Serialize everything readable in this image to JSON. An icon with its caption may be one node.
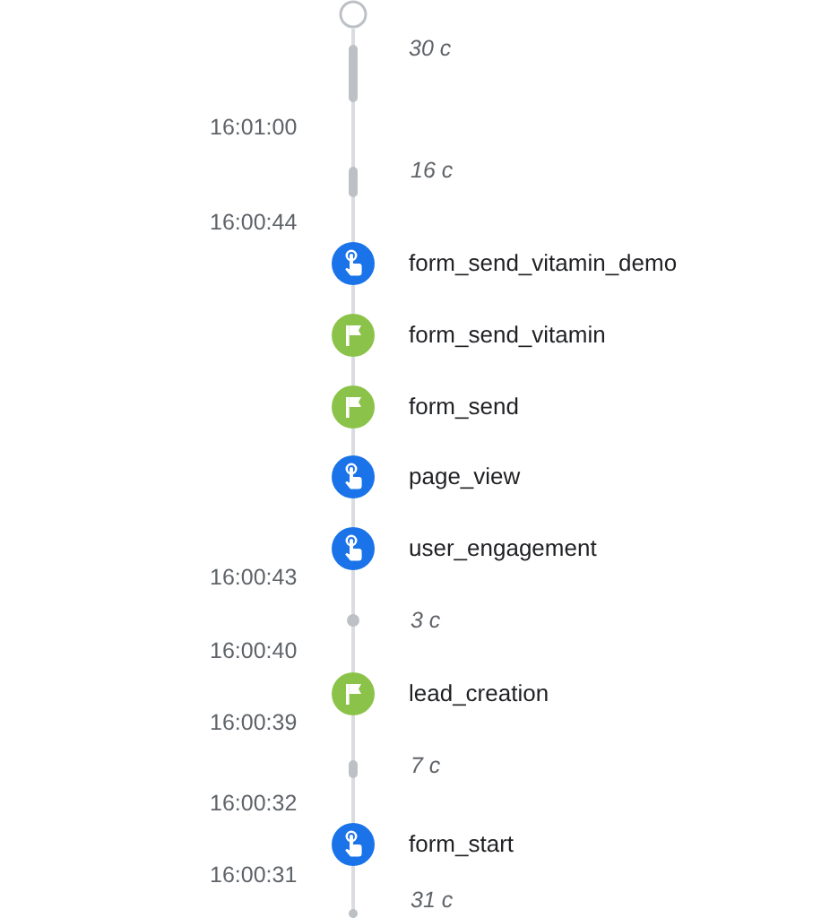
{
  "diagram": {
    "nodes": [
      {
        "text": [],
        "shape": "circle"
      },
      {
        "text": [
          "form_send_vitamin_demo"
        ]
      },
      {
        "text": [
          "form_send_vitamin"
        ]
      },
      {
        "text": [
          "form_send"
        ]
      },
      {
        "text": [
          "page_view"
        ]
      },
      {
        "text": [
          "user_engagement"
        ]
      },
      {
        "text": [
          "lead_creation"
        ]
      },
      {
        "text": [
          "form_start"
        ]
      }
    ],
    "edges": [
      {
        "from": 0,
        "to": 1,
        "arrow": "none"
      },
      {
        "from": 1,
        "to": 2,
        "arrow": "none"
      },
      {
        "from": 2,
        "to": 3,
        "arrow": "none"
      },
      {
        "from": 3,
        "to": 4,
        "arrow": "none"
      },
      {
        "from": 4,
        "to": 5,
        "arrow": "none"
      },
      {
        "from": 5,
        "to": 6,
        "arrow": "none"
      },
      {
        "from": 6,
        "to": 7,
        "arrow": "none"
      },
      {
        "from": 7,
        "to": null,
        "arrow": "none"
      }
    ],
    "labels": [
      "30 с",
      "16:01:00",
      "16 с",
      "16:00:44",
      "16:00:43",
      "3 с",
      "16:00:40",
      "16:00:39",
      "7 с",
      "16:00:32",
      "16:00:31",
      "31 с"
    ]
  }
}
